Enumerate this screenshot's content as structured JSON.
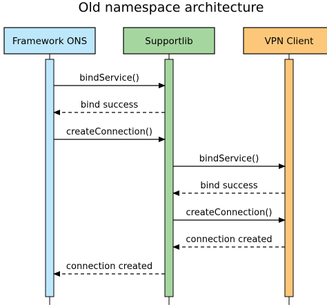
{
  "title": "Old namespace architecture",
  "participants": [
    {
      "id": "framework",
      "label": "Framework ONS",
      "color": "#bde7fb",
      "bar_color": "#bde7fb"
    },
    {
      "id": "supportlib",
      "label": "Supportlib",
      "color": "#a6d6a0",
      "bar_color": "#a6d6a0"
    },
    {
      "id": "vpn",
      "label": "VPN Client",
      "color": "#fdc77a",
      "bar_color": "#fdc77a"
    }
  ],
  "messages": [
    {
      "from": "framework",
      "to": "supportlib",
      "label": "bindService()",
      "style": "solid"
    },
    {
      "from": "supportlib",
      "to": "framework",
      "label": "bind success",
      "style": "dashed"
    },
    {
      "from": "framework",
      "to": "supportlib",
      "label": "createConnection()",
      "style": "solid"
    },
    {
      "from": "supportlib",
      "to": "vpn",
      "label": "bindService()",
      "style": "solid"
    },
    {
      "from": "vpn",
      "to": "supportlib",
      "label": "bind success",
      "style": "dashed"
    },
    {
      "from": "supportlib",
      "to": "vpn",
      "label": "createConnection()",
      "style": "solid"
    },
    {
      "from": "vpn",
      "to": "supportlib",
      "label": "connection created",
      "style": "dashed"
    },
    {
      "from": "supportlib",
      "to": "framework",
      "label": "connection created",
      "style": "dashed"
    }
  ]
}
